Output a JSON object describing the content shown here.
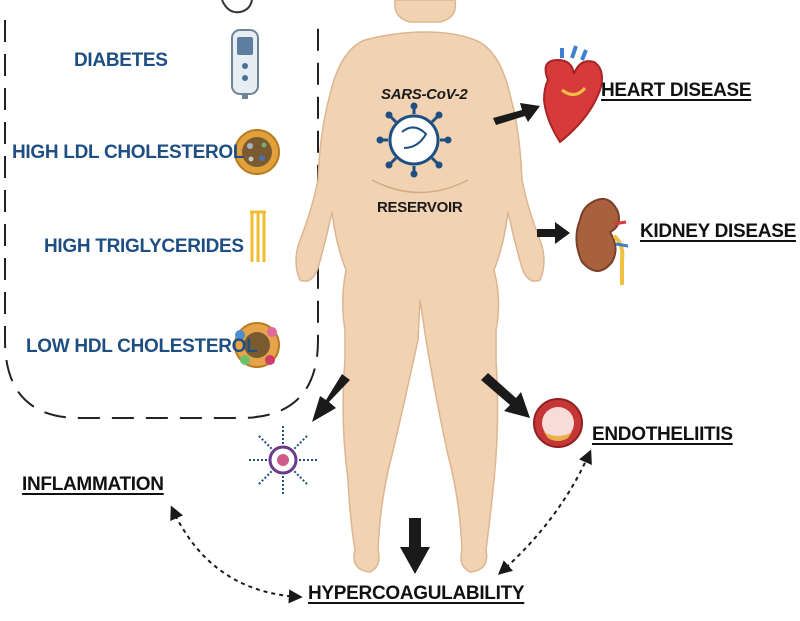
{
  "risk_factors": {
    "diabetes": "DIABETES",
    "high_ldl": "HIGH LDL CHOLESTEROL",
    "high_triglycerides": "HIGH TRIGLYCERIDES",
    "low_hdl": "LOW HDL CHOLESTEROL"
  },
  "body": {
    "virus_label": "SARS-CoV-2",
    "reservoir_label": "RESERVOIR"
  },
  "outcomes": {
    "heart_disease": "HEART DISEASE",
    "kidney_disease": "KIDNEY DISEASE",
    "endotheliitis": "ENDOTHELIITIS",
    "inflammation": "INFLAMMATION",
    "hypercoagulability": "HYPERCOAGULABILITY"
  },
  "colors": {
    "risk_text": "#1f4f82",
    "skin": "#f1d2b2",
    "arrow": "#1a1a1a",
    "virus": "#1f4f82"
  },
  "icons": [
    "glucose-meter-icon",
    "ldl-particle-icon",
    "triglyceride-icon",
    "hdl-particle-icon",
    "virus-icon",
    "heart-icon",
    "kidney-icon",
    "blood-vessel-icon",
    "cytokine-icon"
  ]
}
